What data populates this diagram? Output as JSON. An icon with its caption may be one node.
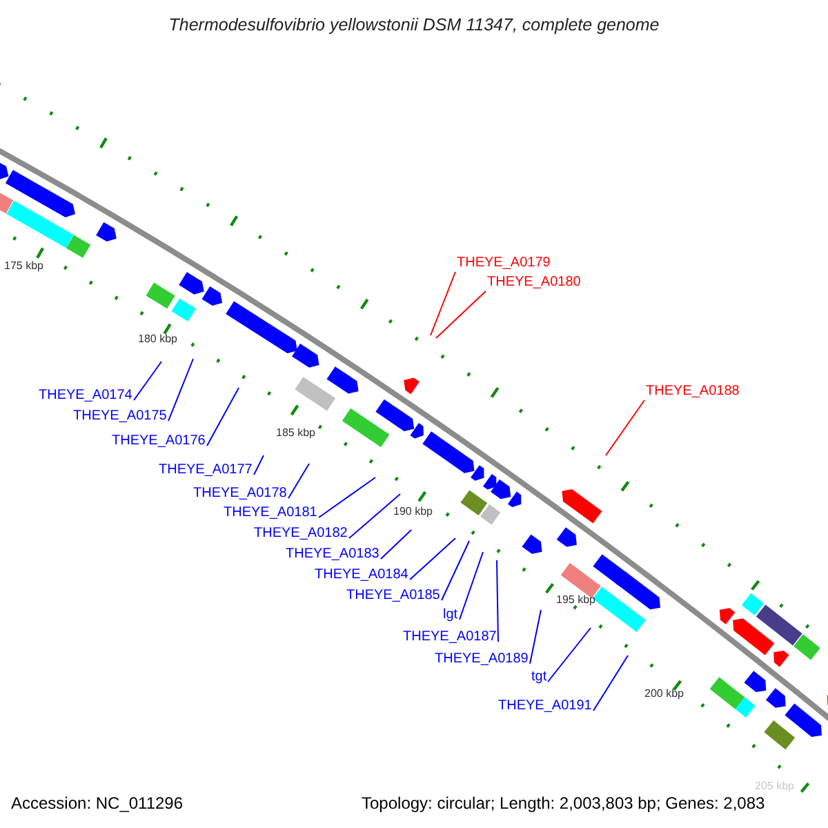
{
  "diagram": {
    "title": "Thermodesulfovibrio yellowstonii DSM 11347, complete genome",
    "nodes": [
      {
        "text": [
          "THEYE_A0179"
        ]
      },
      {
        "text": [
          "THEYE_A0180"
        ]
      },
      {
        "text": [
          "THEYE_A0188"
        ]
      },
      {
        "text": [
          "THEYE_A0174"
        ]
      },
      {
        "text": [
          "THEYE_A0175"
        ]
      },
      {
        "text": [
          "THEYE_A0176"
        ]
      },
      {
        "text": [
          "THEYE_A0177"
        ]
      },
      {
        "text": [
          "THEYE_A0178"
        ]
      },
      {
        "text": [
          "THEYE_A0181"
        ]
      },
      {
        "text": [
          "THEYE_A0182"
        ]
      },
      {
        "text": [
          "THEYE_A0183"
        ]
      },
      {
        "text": [
          "THEYE_A0184"
        ]
      },
      {
        "text": [
          "THEYE_A0185"
        ]
      },
      {
        "text": [
          "lgt"
        ]
      },
      {
        "text": [
          "THEYE_A0187"
        ]
      },
      {
        "text": [
          "THEYE_A0189"
        ]
      },
      {
        "text": [
          "tgt"
        ]
      },
      {
        "text": [
          "THEYE_A0191"
        ]
      }
    ],
    "edges": [
      {
        "from": 0,
        "to": null,
        "arrow": "none",
        "color": "#ff0000"
      },
      {
        "from": 1,
        "to": null,
        "arrow": "none",
        "color": "#ff0000"
      },
      {
        "from": 2,
        "to": null,
        "arrow": "none",
        "color": "#ff0000"
      },
      {
        "from": 3,
        "to": null,
        "arrow": "none"
      },
      {
        "from": 4,
        "to": null,
        "arrow": "none"
      },
      {
        "from": 5,
        "to": null,
        "arrow": "none"
      },
      {
        "from": 6,
        "to": null,
        "arrow": "none"
      },
      {
        "from": 7,
        "to": null,
        "arrow": "none"
      },
      {
        "from": 8,
        "to": null,
        "arrow": "none"
      },
      {
        "from": 9,
        "to": null,
        "arrow": "none"
      },
      {
        "from": 10,
        "to": null,
        "arrow": "none"
      },
      {
        "from": 11,
        "to": null,
        "arrow": "none"
      },
      {
        "from": 12,
        "to": null,
        "arrow": "none"
      },
      {
        "from": 13,
        "to": null,
        "arrow": "none"
      },
      {
        "from": 14,
        "to": null,
        "arrow": "none"
      },
      {
        "from": 15,
        "to": null,
        "arrow": "none"
      },
      {
        "from": 16,
        "to": null,
        "arrow": "none"
      },
      {
        "from": 17,
        "to": null,
        "arrow": "none"
      }
    ],
    "labels": [
      "175 kbp",
      "180 kbp",
      "185 kbp",
      "190 kbp",
      "195 kbp",
      "200 kbp",
      "205 kbp",
      "Accession: NC_011296",
      "Topology: circular; Length: 2,003,803 bp; Genes: 2,083"
    ]
  }
}
